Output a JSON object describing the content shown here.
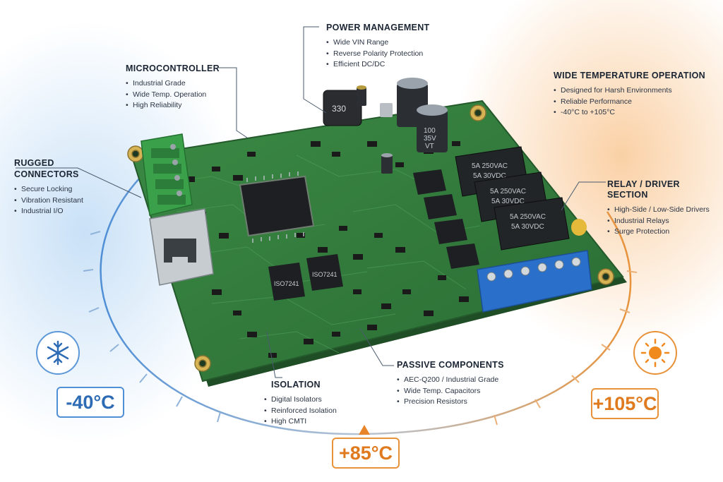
{
  "sections": {
    "power": {
      "title": "POWER MANAGEMENT",
      "items": [
        "Wide VIN Range",
        "Reverse Polarity Protection",
        "Efficient DC/DC"
      ]
    },
    "mcu": {
      "title": "MICROCONTROLLER",
      "items": [
        "Industrial Grade",
        "Wide Temp. Operation",
        "High Reliability"
      ]
    },
    "wide_temp": {
      "title": "WIDE TEMPERATURE OPERATION",
      "items": [
        "Designed for Harsh Environments",
        "Reliable Performance",
        "-40°C to +105°C"
      ]
    },
    "rugged": {
      "title_line1": "RUGGED",
      "title_line2": "CONNECTORS",
      "items": [
        "Secure Locking",
        "Vibration Resistant",
        "Industrial I/O"
      ]
    },
    "relay": {
      "title": "RELAY / DRIVER SECTION",
      "items": [
        "High-Side / Low-Side Drivers",
        "Industrial Relays",
        "Surge Protection"
      ]
    },
    "passive": {
      "title": "PASSIVE COMPONENTS",
      "items": [
        "AEC-Q200 / Industrial Grade",
        "Wide Temp. Capacitors",
        "Precision Resistors"
      ]
    },
    "isolation": {
      "title": "ISOLATION",
      "items": [
        "Digital Isolators",
        "Reinforced Isolation",
        "High CMTI"
      ]
    }
  },
  "temperatures": {
    "cold": "-40°C",
    "mid": "+85°C",
    "hot": "+105°C"
  },
  "component_markings": {
    "inductor": "330",
    "capacitor_line1": "100",
    "capacitor_line2": "35V",
    "capacitor_line3": "VT",
    "relay_line1": "5A 250VAC",
    "relay_line2": "5A 30VDC",
    "isolator": "ISO7241"
  },
  "icons": {
    "cold": "snowflake-icon",
    "hot": "sun-icon",
    "mid": "pointer-triangle-icon"
  },
  "colors": {
    "cold": "#4f8fd6",
    "hot": "#e8923a",
    "pcb": "#2f7a3a",
    "terminal": "#2a6fc9",
    "connector": "#3aa04a"
  }
}
